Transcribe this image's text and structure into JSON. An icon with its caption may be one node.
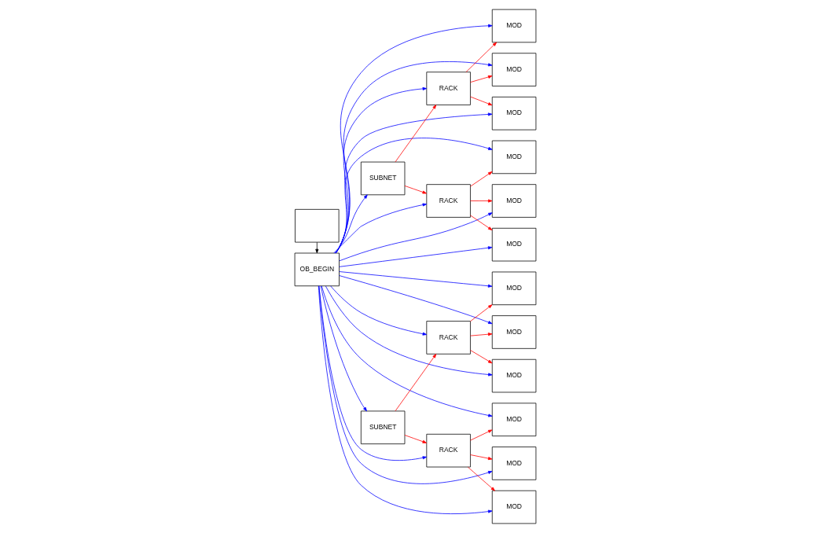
{
  "diagram": {
    "nodes": [
      {
        "text": [
          "OB_BEGIN"
        ]
      },
      {
        "text": [
          "SUBNET"
        ]
      },
      {
        "text": [
          "RACK"
        ]
      },
      {
        "text": [
          "MOD"
        ]
      },
      {
        "text": [
          "MOD"
        ]
      },
      {
        "text": [
          "MOD"
        ]
      },
      {
        "text": [
          "RACK"
        ]
      },
      {
        "text": [
          "MOD"
        ]
      },
      {
        "text": [
          "MOD"
        ]
      },
      {
        "text": [
          "MOD"
        ]
      },
      {
        "text": [
          "SUBNET"
        ]
      },
      {
        "text": [
          "RACK"
        ]
      },
      {
        "text": [
          "MOD"
        ]
      },
      {
        "text": [
          "MOD"
        ]
      },
      {
        "text": [
          "MOD"
        ]
      },
      {
        "text": [
          "RACK"
        ]
      },
      {
        "text": [
          "MOD"
        ]
      },
      {
        "text": [
          "MOD"
        ]
      },
      {
        "text": [
          "MOD"
        ]
      },
      {
        "text": [],
        "shape": "box"
      }
    ],
    "edges": [
      {
        "from": 0,
        "to": 1,
        "arrow": "to"
      },
      {
        "from": 0,
        "to": 2,
        "arrow": "to"
      },
      {
        "from": 0,
        "to": 3,
        "arrow": "to"
      },
      {
        "from": 0,
        "to": 4,
        "arrow": "to"
      },
      {
        "from": 0,
        "to": 5,
        "arrow": "to"
      },
      {
        "from": 0,
        "to": 6,
        "arrow": "to"
      },
      {
        "from": 0,
        "to": 7,
        "arrow": "to"
      },
      {
        "from": 0,
        "to": 8,
        "arrow": "to"
      },
      {
        "from": 0,
        "to": 9,
        "arrow": "to"
      },
      {
        "from": 0,
        "to": 10,
        "arrow": "to"
      },
      {
        "from": 0,
        "to": 11,
        "arrow": "to"
      },
      {
        "from": 0,
        "to": 12,
        "arrow": "to"
      },
      {
        "from": 0,
        "to": 13,
        "arrow": "to"
      },
      {
        "from": 0,
        "to": 14,
        "arrow": "to"
      },
      {
        "from": 0,
        "to": 15,
        "arrow": "to"
      },
      {
        "from": 0,
        "to": 16,
        "arrow": "to"
      },
      {
        "from": 0,
        "to": 17,
        "arrow": "to"
      },
      {
        "from": 0,
        "to": 18,
        "arrow": "to"
      },
      {
        "from": 1,
        "to": 2,
        "arrow": "to",
        "color": "#ff0000"
      },
      {
        "from": 1,
        "to": 6,
        "arrow": "to",
        "color": "#ff0000"
      },
      {
        "from": 2,
        "to": 3,
        "arrow": "to",
        "color": "#ff0000"
      },
      {
        "from": 2,
        "to": 4,
        "arrow": "to",
        "color": "#ff0000"
      },
      {
        "from": 2,
        "to": 5,
        "arrow": "to",
        "color": "#ff0000"
      },
      {
        "from": 6,
        "to": 7,
        "arrow": "to",
        "color": "#ff0000"
      },
      {
        "from": 6,
        "to": 8,
        "arrow": "to",
        "color": "#ff0000"
      },
      {
        "from": 6,
        "to": 9,
        "arrow": "to",
        "color": "#ff0000"
      },
      {
        "from": 10,
        "to": 11,
        "arrow": "to",
        "color": "#ff0000"
      },
      {
        "from": 10,
        "to": 15,
        "arrow": "to",
        "color": "#ff0000"
      },
      {
        "from": 11,
        "to": 12,
        "arrow": "to",
        "color": "#ff0000"
      },
      {
        "from": 11,
        "to": 13,
        "arrow": "to",
        "color": "#ff0000"
      },
      {
        "from": 11,
        "to": 14,
        "arrow": "to",
        "color": "#ff0000"
      },
      {
        "from": 15,
        "to": 16,
        "arrow": "to",
        "color": "#ff0000"
      },
      {
        "from": 15,
        "to": 17,
        "arrow": "to",
        "color": "#ff0000"
      },
      {
        "from": 15,
        "to": 18,
        "arrow": "to",
        "color": "#ff0000"
      },
      {
        "from": 19,
        "to": 0,
        "arrow": "to",
        "color": "#000000"
      }
    ]
  }
}
